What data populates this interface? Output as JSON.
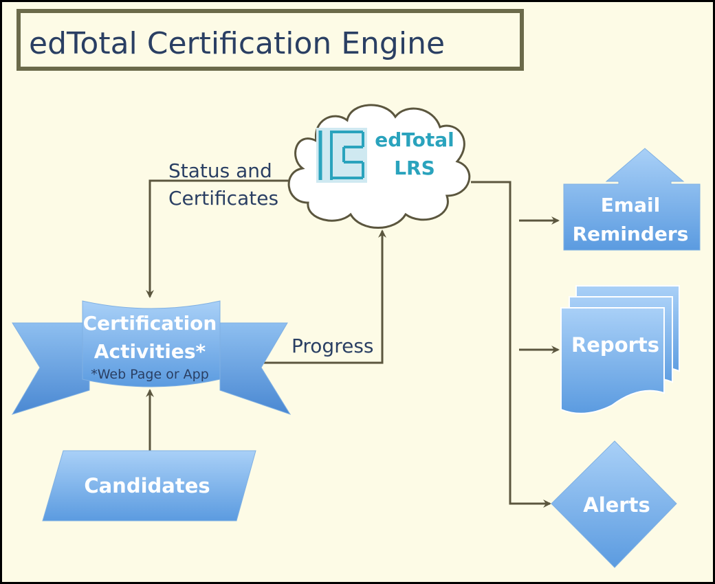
{
  "title": "edTotal Certification Engine",
  "cloud": {
    "line1": "edTotal",
    "line2": "LRS",
    "icon": "edtotal-logo-icon"
  },
  "edges": {
    "status_line1": "Status and",
    "status_line2": "Certificates",
    "progress": "Progress"
  },
  "nodes": {
    "activities_line1": "Certification",
    "activities_line2": "Activities*",
    "activities_note": "*Web Page or App",
    "candidates": "Candidates",
    "email_line1": "Email",
    "email_line2": "Reminders",
    "reports": "Reports",
    "alerts": "Alerts"
  },
  "colors": {
    "background": "#fdfbe6",
    "frame": "#6b6a4a",
    "title_text": "#2a3f63",
    "shape_fill_top": "#9ec9f5",
    "shape_fill_bottom": "#5a9ae0",
    "arrow": "#5b563e",
    "cloud_text": "#2aa3bd"
  }
}
